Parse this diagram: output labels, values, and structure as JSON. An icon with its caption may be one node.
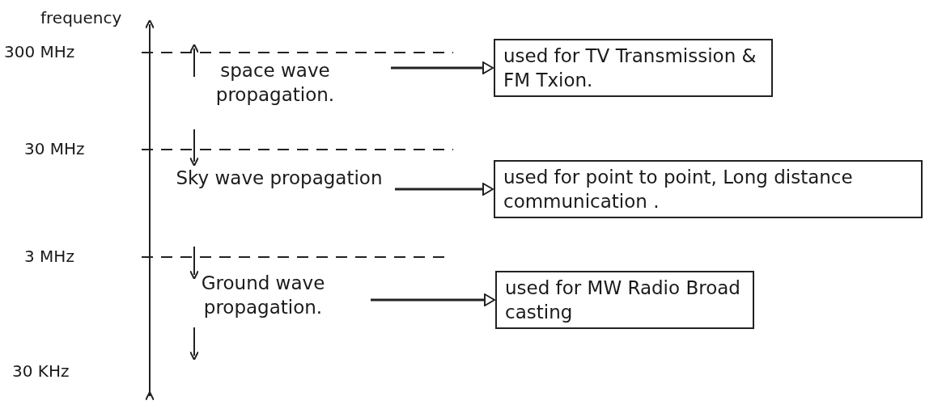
{
  "diagram": {
    "nodes": [
      {
        "text": [
          "space wave propagation."
        ]
      },
      {
        "text": [
          "used for TV Transmission & FM Txion."
        ]
      },
      {
        "text": [
          "Sky wave propagation"
        ]
      },
      {
        "text": [
          "used for point to point, Long distance communication ."
        ]
      },
      {
        "text": [
          "Ground wave propagation."
        ]
      },
      {
        "text": [
          "used for MW Radio Broad casting"
        ]
      }
    ],
    "edges": [
      {
        "from": 0,
        "to": 1,
        "arrow": "to"
      },
      {
        "from": 2,
        "to": 3,
        "arrow": "to"
      },
      {
        "from": 4,
        "to": 5,
        "arrow": "to"
      }
    ],
    "labels": [
      "frequency",
      "300 MHz",
      "30 MHz",
      "3 MHz",
      "30 KHz"
    ]
  }
}
